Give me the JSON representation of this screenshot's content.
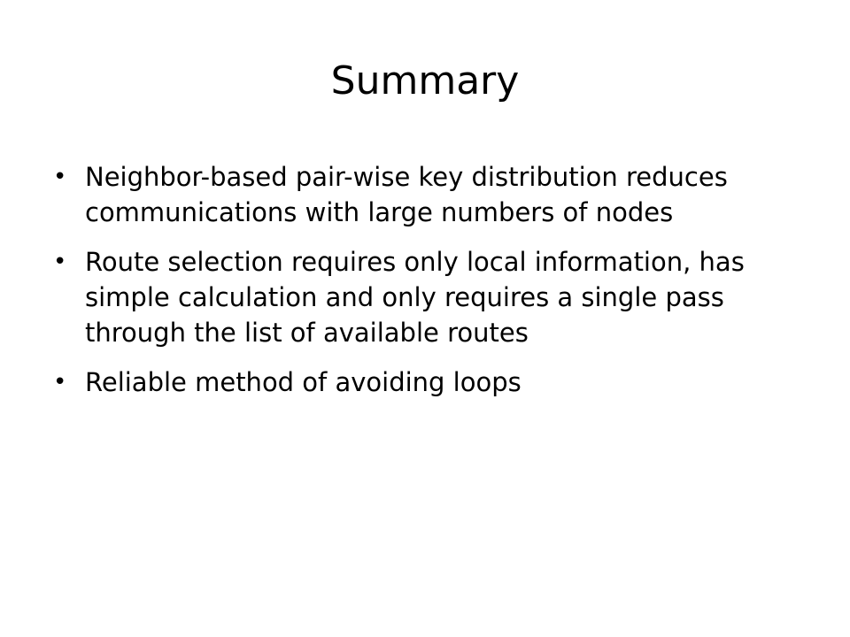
{
  "slide": {
    "title": "Summary",
    "bullet_glyph": "•",
    "bullets": [
      {
        "text": "Neighbor-based pair-wise key distribution reduces communications with large numbers of nodes"
      },
      {
        "text": "Route selection requires only local information, has simple calculation and only requires a single pass through the list of available routes"
      },
      {
        "text": "Reliable method of avoiding loops"
      }
    ]
  }
}
